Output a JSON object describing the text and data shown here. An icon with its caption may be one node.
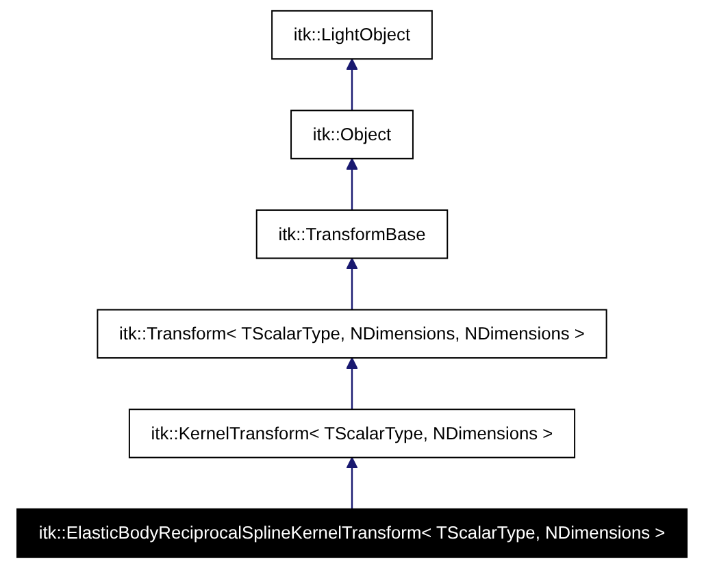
{
  "diagram": {
    "nodes": [
      {
        "text": [
          "itk::LightObject"
        ]
      },
      {
        "text": [
          "itk::Object"
        ]
      },
      {
        "text": [
          "itk::TransformBase"
        ]
      },
      {
        "text": [
          "itk::Transform< TScalarType, NDimensions, NDimensions >"
        ]
      },
      {
        "text": [
          "itk::KernelTransform< TScalarType, NDimensions >"
        ]
      },
      {
        "text": [
          "itk::ElasticBodyReciprocalSplineKernelTransform< TScalarType, NDimensions >"
        ]
      }
    ],
    "edges": [
      {
        "from": 1,
        "to": 0,
        "arrow": "to"
      },
      {
        "from": 2,
        "to": 1,
        "arrow": "to"
      },
      {
        "from": 3,
        "to": 2,
        "arrow": "to"
      },
      {
        "from": 4,
        "to": 3,
        "arrow": "to"
      },
      {
        "from": 5,
        "to": 4,
        "arrow": "to"
      }
    ]
  }
}
